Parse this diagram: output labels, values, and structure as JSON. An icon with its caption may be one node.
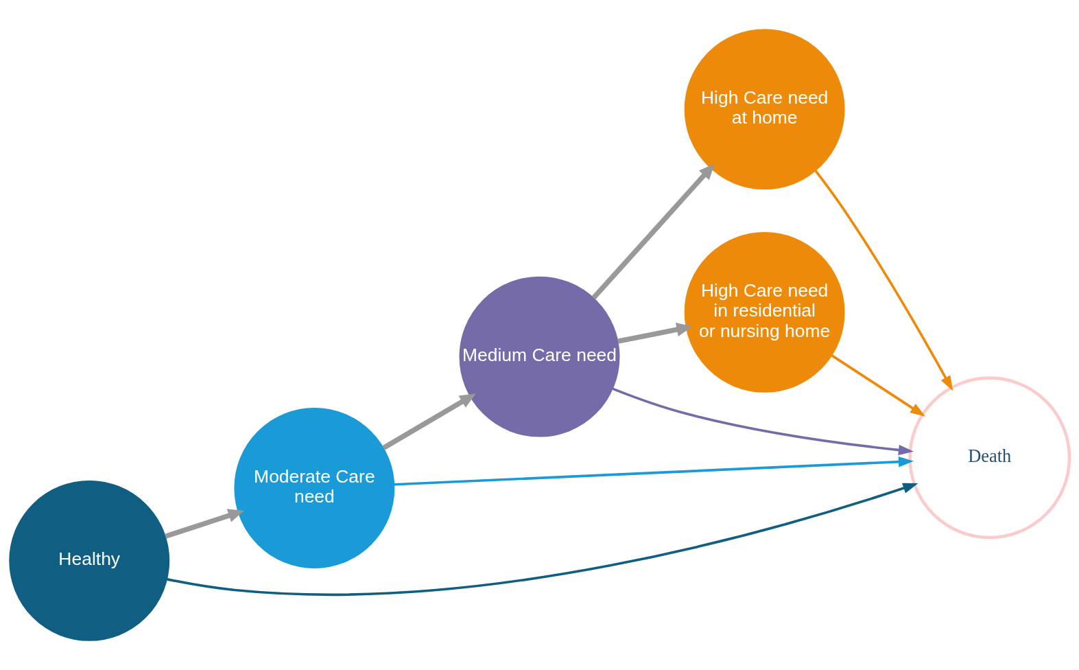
{
  "diagram": {
    "nodes": [
      {
        "text": [
          "Healthy"
        ]
      },
      {
        "text": [
          "Moderate Care need"
        ]
      },
      {
        "text": [
          "Medium Care need"
        ]
      },
      {
        "text": [
          "High Care need at home"
        ]
      },
      {
        "text": [
          "High Care need in residential or nursing home"
        ]
      },
      {
        "text": [
          "Death"
        ]
      }
    ],
    "edges": [
      {
        "from": 0,
        "to": 1,
        "arrow": "to",
        "style": "thick"
      },
      {
        "from": 1,
        "to": 2,
        "arrow": "to",
        "style": "thick"
      },
      {
        "from": 2,
        "to": 3,
        "arrow": "to",
        "style": "thick"
      },
      {
        "from": 2,
        "to": 4,
        "arrow": "to",
        "style": "thick"
      },
      {
        "from": 0,
        "to": 5,
        "arrow": "to",
        "color": "#105f82"
      },
      {
        "from": 1,
        "to": 5,
        "arrow": "to",
        "color": "#1a9ad6"
      },
      {
        "from": 2,
        "to": 5,
        "arrow": "to",
        "color": "#756ba8"
      },
      {
        "from": 3,
        "to": 5,
        "arrow": "to",
        "color": "#ee8a0a"
      },
      {
        "from": 4,
        "to": 5,
        "arrow": "to",
        "color": "#ee8a0a"
      }
    ]
  }
}
